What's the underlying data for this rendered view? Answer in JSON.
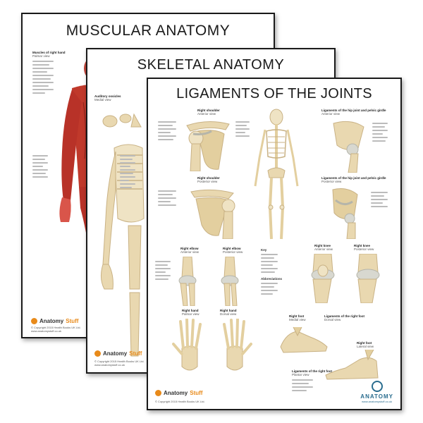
{
  "posters": {
    "muscular": {
      "title": "MUSCULAR ANATOMY",
      "panel_title": "Muscles of right hand",
      "panel_sub": "Palmar view",
      "brand_a": "Anatomy",
      "brand_b": "Stuff",
      "copyright_1": "© Copyright 2015 Health Books UK Ltd.",
      "copyright_2": "www.anatomystuff.co.uk"
    },
    "skeletal": {
      "title": "SKELETAL ANATOMY",
      "panel_title": "Auditory ossicles",
      "panel_sub": "Medial view",
      "brand_a": "Anatomy",
      "brand_b": "Stuff",
      "copyright_1": "© Copyright 2015 Health Books UK Ltd.",
      "copyright_2": "www.anatomystuff.co.uk"
    },
    "ligaments": {
      "title": "LIGAMENTS OF THE JOINTS",
      "panels": {
        "shoulder_anterior": {
          "title": "Right shoulder",
          "sub": "Anterior view"
        },
        "shoulder_posterior": {
          "title": "Right shoulder",
          "sub": "Posterior view"
        },
        "hip_anterior": {
          "title": "Ligaments of the hip joint and pelvic girdle",
          "sub": "Anterior view"
        },
        "hip_posterior": {
          "title": "Ligaments of the hip joint and pelvic girdle",
          "sub": "Posterior view"
        },
        "elbow_anterior": {
          "title": "Right elbow",
          "sub": "Anterior view"
        },
        "elbow_posterior": {
          "title": "Right elbow",
          "sub": "Posterior view"
        },
        "knee_anterior": {
          "title": "Right knee",
          "sub": "Anterior view"
        },
        "knee_posterior": {
          "title": "Right knee",
          "sub": "Posterior view"
        },
        "hand_palmar": {
          "title": "Right hand",
          "sub": "Palmar view"
        },
        "hand_dorsal": {
          "title": "Right hand",
          "sub": "Dorsal view"
        },
        "foot_medial": {
          "title": "Right foot",
          "sub": "Medial view"
        },
        "foot_lateral": {
          "title": "Right foot",
          "sub": "Lateral view"
        },
        "foot_dorsal": {
          "title": "Ligaments of the right foot",
          "sub": "Dorsal view"
        },
        "foot_plantar": {
          "title": "Ligaments of the right foot",
          "sub": "Plantar view"
        }
      },
      "key_title": "Key",
      "abbrev_title": "Abbreviations",
      "brand_a": "Anatomy",
      "brand_b": "Stuff",
      "copyright_1": "© Copyright 2015 Health Books UK Ltd.",
      "logo_word": "ANATOMY",
      "logo_url": "www.anatomystuff.co.uk"
    }
  },
  "colors": {
    "muscle": "#b83228",
    "muscle_light": "#d9554a",
    "bone": "#e9d8b0",
    "bone_shade": "#c9b285",
    "ligament": "#d8d8d0",
    "brand_orange": "#e88a1a",
    "logo_blue": "#2a6d8f"
  }
}
